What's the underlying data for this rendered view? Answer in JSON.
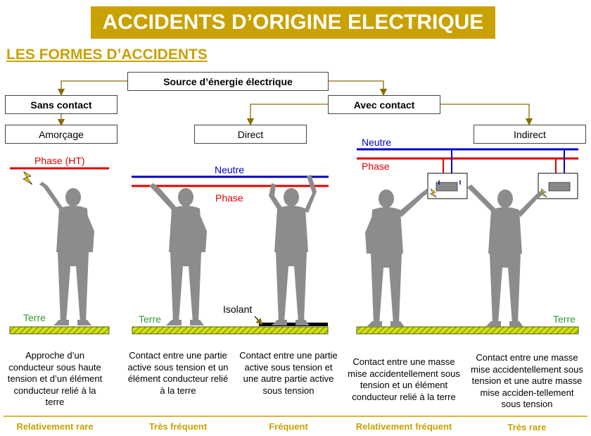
{
  "title": "ACCIDENTS D’ORIGINE ELECTRIQUE",
  "subtitle": "LES FORMES D’ACCIDENTS",
  "boxes": {
    "source": "Source d’énergie électrique",
    "sans_contact": "Sans contact",
    "avec_contact": "Avec contact",
    "amorcage": "Amorçage",
    "direct": "Direct",
    "indirect": "Indirect"
  },
  "labels": {
    "phase_ht": "Phase (HT)",
    "neutre": "Neutre",
    "phase": "Phase",
    "terre": "Terre",
    "isolant": "Isolant"
  },
  "descriptions": [
    "Approche d’un conducteur sous haute tension et d’un élément conducteur relié à la terre",
    "Contact entre une partie active sous tension et un élément conducteur relié à la terre",
    "Contact entre une partie active sous tension et une autre partie active sous tension",
    "Contact entre une masse mise accidentellement sous tension et un élément conducteur relié à la terre",
    "Contact entre une masse mise accidentellement sous tension et une autre masse mise acciden-tellement sous tension"
  ],
  "frequencies": [
    "Relativement rare",
    "Très fréquent",
    "Fréquent",
    "Relativement fréquent",
    "Très rare"
  ],
  "colors": {
    "gold": "#c9a100",
    "phase_red": "#e00000",
    "neutre_blue": "#0000cc",
    "terre_green": "#339933",
    "person_gray": "#888888"
  }
}
